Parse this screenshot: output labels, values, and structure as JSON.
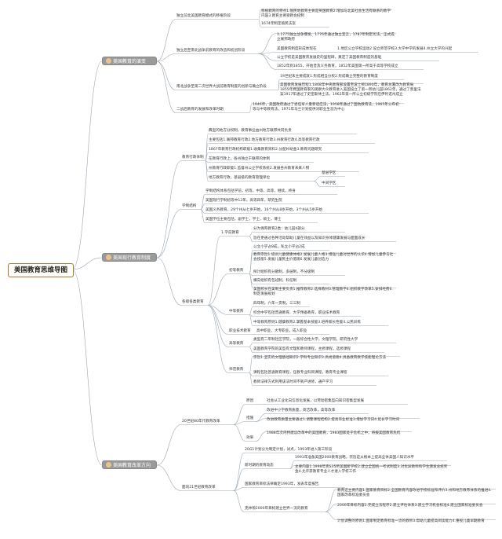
{
  "root": "美国教育思维导图",
  "branches": [
    {
      "label": "美国教育的演变",
      "children": [
        {
          "label": "独立前北美国教育模式的移植阶段",
          "children": [
            {
              "label": "移植教育的特点1.殖民地教育主要是英国教育2.增加与北美社会生活有联系的教学内容3.教育主要受教会控制"
            },
            {
              "label": "1674年制定殖民法案"
            }
          ]
        },
        {
          "label": "独立后至南北战争前教育的改造和初创阶段",
          "children": [
            {
              "label": "1.1775独立战争爆发，1776年通过独立宣言，1787年制定宪法，正式成立联邦政府"
            },
            {
              "label": "美国教育制度形成体现在",
              "children": [
                {
                  "label": "1.地区公立学校运动2.设立师范学校3.大学中学的发展4.州立大学的兴起"
                }
              ]
            },
            {
              "label": "公立学校是美国教育发展史的里程碑，奠定了美国教育制度的基础"
            },
            {
              "label": "1852年到1855，开始普及义务教育，1852年美国第一所高于高等学校成立"
            }
          ]
        },
        {
          "label": "南北战争至第二次世界大战前教育制度的创新与确立阶段",
          "children": [
            {
              "label": "19世纪末主要成就1.形成相当分权2.形成确立完整的教育制度"
            },
            {
              "label": "美国教育发展历程1.1868年中央教育部设置至波士顿1890年，教育总署改为教育局1855年费国教育家的观察大众教育进入美国设立了第一所幼儿园1862年，通过了莫里法案1917年通过了史密斯休士法，1962年第一所公立初级学院在伊利诺州成立"
            }
          ]
        },
        {
          "label": "二战后教育的发展和改革时期",
          "children": [
            {
              "label": "1946年，美国政府通过了退伍军人重新适应法，1958年通过了国防教育法，1965年公布初等与中等教育法，1971年马兰计划提供对职业生涯为中心"
            }
          ]
        }
      ]
    },
    {
      "label": "美国现行教育制度",
      "children": [
        {
          "label": "教育行政体制",
          "children": [
            {
              "label": "典型的地方分权制，教育事业由州地方联邦共同负责"
            },
            {
              "label": "主要包括1.联邦教育行政2.地方教育行政3.州教育行政4.高等教育行政"
            },
            {
              "label": "1867年教育行政机构职能1.收集教育资料2.分配补助金3.教育问题研究"
            },
            {
              "label": "在教育行政上，各州独立于联邦的体制"
            },
            {
              "label": "州教育行政职能1.监督州公立学校系统2.发展各州教育未来人物"
            },
            {
              "label": "地方教育行政，基层级的教育管理单位",
              "children": [
                {
                  "label": "基层学区"
                },
                {
                  "label": "中间学区"
                }
              ]
            }
          ]
        },
        {
          "label": "学制结构",
          "children": [
            {
              "label": "学制结构体系包括学前，初等，中等，高等，继续，终身"
            },
            {
              "label": "美国现行学制初等中12年，高等四年，研究生院"
            },
            {
              "label": "美国义务教育，29个州从七岁开始，16个州从8岁开始，3个州从5岁开始"
            },
            {
              "label": "美国学位主要包括，副学士，学士，硕士，博士"
            }
          ]
        },
        {
          "label": "各级各类教育",
          "children": [
            {
              "label": "1.学前教育",
              "children": [
                {
                  "label": "分为保育教育2类：幼儿园4部分"
                },
                {
                  "label": "旨在更通过各种活动帮助儿童在效益以及知识身体健康发展与面面成长"
                }
              ]
            },
            {
              "label": "初等教育",
              "children": [
                {
                  "label": "公立小学占8成，私立小学占2成"
                },
                {
                  "label": "教育宗旨1.培训儿童健康体格2.发展儿童人格3.增强儿童对世界的认识4.增加儿童参与社会技能5.发展儿童民主价值观6.发展儿童创造力"
                },
                {
                  "label": "探讨组织有分散制，多层制，不分级制"
                },
                {
                  "label": "横向组织有包班制，科任制"
                },
                {
                  "label": "美国校长在美制主要负责1.推荐教师2.选择教材3.管理教学4.组织教学改革5.安排经费6.制定发展规划"
                }
              ]
            },
            {
              "label": "中等教育",
              "children": [
                {
                  "label": "四年制，六年一贯制，三三制"
                },
                {
                  "label": "综合中学包括普通教育、大学预备教育，职业技术教育"
                },
                {
                  "label": "中等教育原则1.健康教育2.掌握基本技能3.培养家长性能4.公民训练"
                }
              ]
            },
            {
              "label": "职业技术教育",
              "children": [
                {
                  "label": "高中职业，大专职业，成人职业"
                }
              ]
            },
            {
              "label": "高等教育",
              "children": [
                {
                  "label": "类型有二年制社区学院，一般综合性大学，文理学院，研究性大学"
                },
                {
                  "label": "美国教育学院的美型有文理和教师课程，主修课程，选修课程"
                }
              ]
            },
            {
              "label": "师范教育",
              "children": [
                {
                  "label": "宗旨1.坚实的文理基础知识2.学科专业知识3.高尚道德4.具备教育教学技能理论方法"
                },
                {
                  "label": "课程包括普通教育课程，任教专业科目课程，教育专业课程"
                },
                {
                  "label": "教师法律方式利用该法时间不到产进修，通产学习"
                }
              ]
            }
          ]
        }
      ]
    },
    {
      "label": "美国教育改革方向",
      "children": [
        {
          "label": "20世纪80年代教育改革",
          "children": [
            {
              "label": "原因",
              "children": [
                {
                  "label": "社会从工业化向信息化发展，以劳动密集型向知识密集型发展"
                }
              ]
            },
            {
              "label": "措施",
              "children": [
                {
                  "label": "改进中小学教育质量，简洁改革，高等改革"
                },
                {
                  "label": "改进教育质量主要通过1.调整课程结构2.提高毕业标准3.增加学习日4.延长学习时间"
                }
              ]
            },
            {
              "label": "效果",
              "children": [
                {
                  "label": "1988年次内特建议改革中的美国教育，1983国家处于危机之中，将报美国教育危机"
                }
              ]
            }
          ]
        },
        {
          "label": "面向21世纪教育改革",
          "children": [
            {
              "label": "20G1计划分为制定计划，试点，1993年进入第三阶段"
            },
            {
              "label": "新时期的教育动态",
              "children": [
                {
                  "label": "1991年准备美国2000教育战略，宗旨是从根本上提高全体美国人知识水平"
                },
                {
                  "label": "主要内容1.1998年克S35所美国新学校2.建立全国统一考试制度3.对优异教师和学生颁发总统奖金4.允许获教育专业人才进入学校工作"
                }
              ]
            },
            {
              "label": "国家教育目标法律确定1993年，发表年度报告"
            },
            {
              "label": "克林顿2000年目标建立世界一流的教育",
              "children": [
                {
                  "label": "教育这主要内容1.国家教育目标2.全国教育内容改进学校标准和评价3.州和地方教育体系的推进4.国家改革标准委员会"
                },
                {
                  "label": "2000年目标内容1.完成立法程序2.建立评估体系3.建立学习机会标准4.建立国家标准委员会"
                },
                {
                  "label": "计划调整的原则1.国家制定教育标准一流的教师3.帮助儿童提高阅读能力4.重视儿童早期教育"
                }
              ]
            }
          ]
        }
      ]
    }
  ]
}
